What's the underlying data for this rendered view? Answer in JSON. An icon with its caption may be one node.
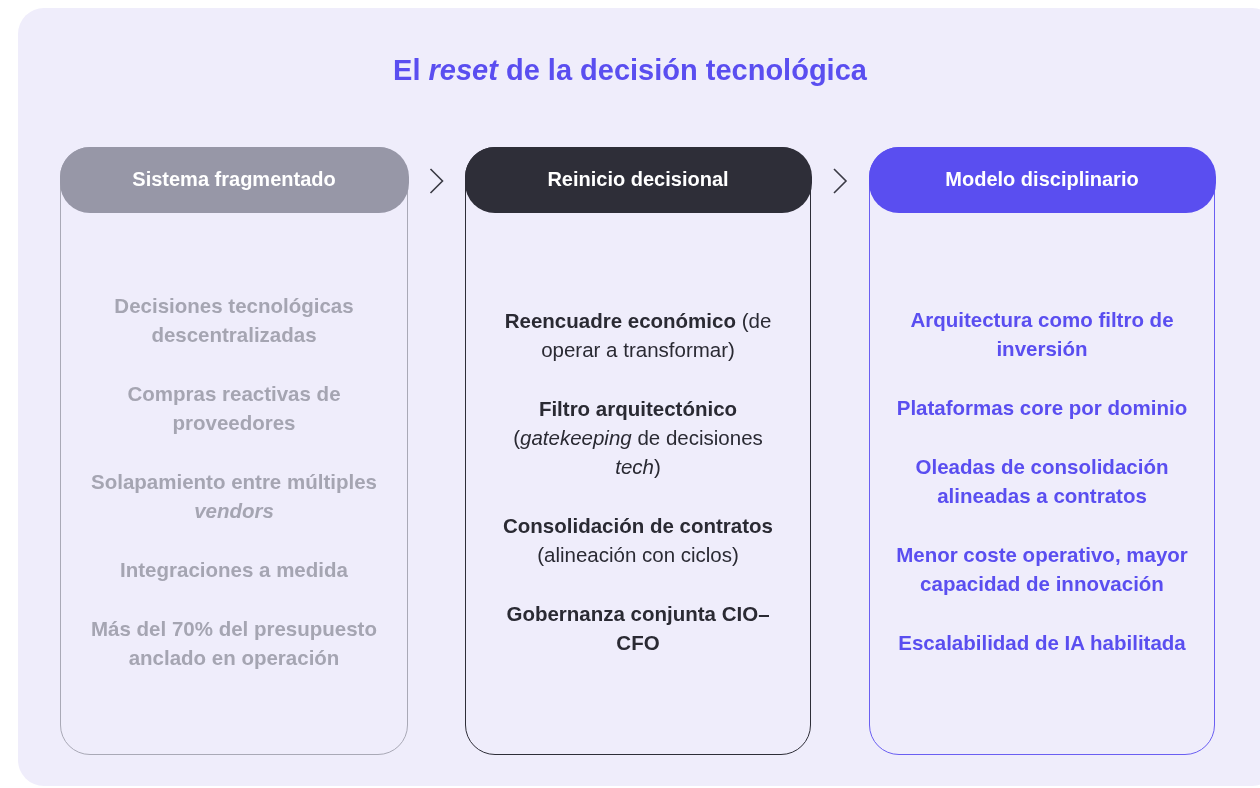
{
  "diagram": {
    "title": "El *reset* de la decisión tecnológica",
    "nodes": [
      {
        "text": [
          "Sistema fragmentado",
          "Decisiones tecnológicas descentralizadas",
          "Compras reactivas de proveedores",
          "Solapamiento entre múltiples *vendors*",
          "Integraciones a medida",
          "Más del 70% del presupuesto anclado en operación"
        ]
      },
      {
        "text": [
          "Reinicio decisional",
          "**Reencuadre económico** (de operar a transformar)",
          "**Filtro arquitectónico** (*gatekeeping* de decisiones *tech*)",
          "**Consolidación de contratos** (alineación con ciclos)",
          "**Gobernanza conjunta CIO–CFO**"
        ]
      },
      {
        "text": [
          "Modelo disciplinario",
          "Arquitectura como filtro de inversión",
          "Plataformas core por dominio",
          "Oleadas de consolidación alineadas a contratos",
          "Menor coste operativo, mayor capacidad de innovación",
          "Escalabilidad de IA habilitada"
        ]
      }
    ],
    "edges": [
      {
        "from": 0,
        "to": 1,
        "arrow": "to"
      },
      {
        "from": 1,
        "to": 2,
        "arrow": "to"
      }
    ]
  }
}
